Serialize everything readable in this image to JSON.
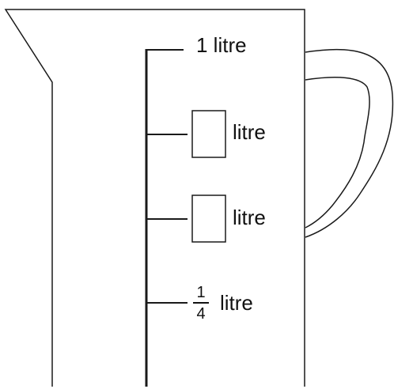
{
  "jug": {
    "marks": [
      {
        "label": "1 litre"
      },
      {
        "label": "litre",
        "answer_box": ""
      },
      {
        "label": "litre",
        "answer_box": ""
      },
      {
        "label": "litre",
        "fraction": {
          "numerator": "1",
          "denominator": "4"
        }
      }
    ]
  },
  "colors": {
    "line": "#1a1a1a",
    "background": "#ffffff"
  }
}
